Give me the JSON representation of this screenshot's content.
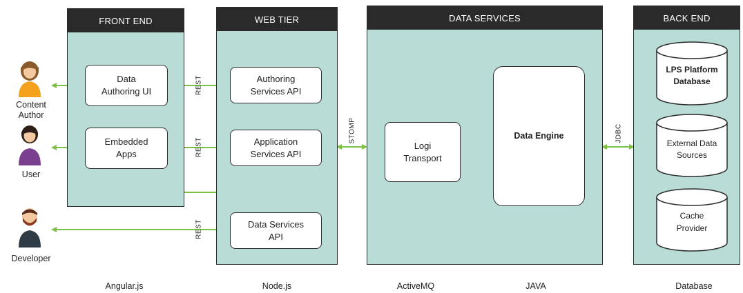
{
  "tiers": {
    "front_end": "FRONT END",
    "web_tier": "WEB TIER",
    "data_services": "DATA SERVICES",
    "back_end": "BACK END"
  },
  "actors": {
    "content_author": "Content\nAuthor",
    "user": "User",
    "developer": "Developer"
  },
  "front_end_boxes": {
    "data_authoring_ui": "Data\nAuthoring UI",
    "embedded_apps": "Embedded\nApps"
  },
  "web_tier_boxes": {
    "authoring_services_api": "Authoring\nServices API",
    "application_services_api": "Application\nServices API",
    "data_services_api": "Data Services\nAPI"
  },
  "data_services_boxes": {
    "logi_transport": "Logi\nTransport",
    "data_engine": "Data Engine"
  },
  "back_end_dbs": {
    "lps_platform_database": [
      "LPS Platform",
      "Database"
    ],
    "external_data_sources": [
      "External Data",
      "Sources"
    ],
    "cache_provider": [
      "Cache",
      "Provider"
    ]
  },
  "connector_labels": {
    "rest_1": "REST",
    "rest_2": "REST",
    "rest_3": "REST",
    "stomp": "STOMP",
    "jdbc": "JDBC"
  },
  "footer": {
    "angular": "Angular.js",
    "node": "Node.js",
    "activemq": "ActiveMQ",
    "java": "JAVA",
    "database": "Database"
  },
  "colors": {
    "tier_fill": "#b9ddd6",
    "header_fill": "#2a2a2a",
    "arrow": "#7dc142",
    "author_shirt": "#f4a21d",
    "user_shirt": "#7b3f8f",
    "developer_shirt": "#2f3b45"
  }
}
